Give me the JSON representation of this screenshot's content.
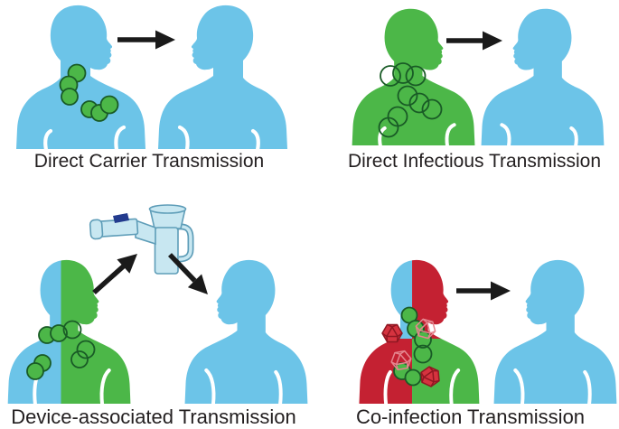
{
  "figure": {
    "background": "#ffffff",
    "colors": {
      "person_blue": "#6CC4E8",
      "person_green": "#4CB748",
      "person_red": "#C42132",
      "bacteria_fill": "#4CB748",
      "bacteria_stroke": "#195B26",
      "virus_fill": "#D5333F",
      "virus_stroke_dark": "#901722",
      "virus_stroke_light": "#E5868F",
      "device_fill": "#C8E7F1",
      "device_stroke": "#5E9DB8",
      "device_clip": "#233B8E",
      "arrow_black": "#1A1A1A",
      "label_text": "#231F20"
    },
    "panels": [
      {
        "id": "direct-carrier",
        "label": "Direct Carrier Transmission"
      },
      {
        "id": "direct-infectious",
        "label": "Direct Infectious Transmission"
      },
      {
        "id": "device-associated",
        "label": "Device-associated Transmission"
      },
      {
        "id": "co-infection",
        "label": "Co-infection Transmission"
      }
    ]
  }
}
